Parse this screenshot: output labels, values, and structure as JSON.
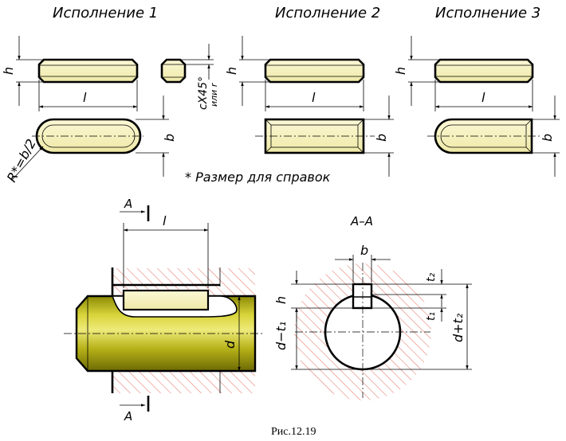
{
  "variants": {
    "v1": "Исполнение 1",
    "v2": "Исполнение 2",
    "v3": "Исполнение 3"
  },
  "dims": {
    "h": "h",
    "l": "l",
    "b": "b",
    "r": "R*=b/2",
    "chamfer_1": "cX45°",
    "chamfer_2": "или r",
    "d": "d",
    "d_minus_t1": "d−t₁",
    "d_plus_t2": "d+t₂",
    "t1": "t₁",
    "t2": "t₂"
  },
  "note": "* Размер для справок",
  "section": {
    "mark": "A",
    "title": "A–A"
  },
  "caption": "Рис.12.19",
  "colors": {
    "key_fill": "#f7f3bd",
    "shaft": "#c3be1c",
    "hatch": "#e05a4a"
  }
}
